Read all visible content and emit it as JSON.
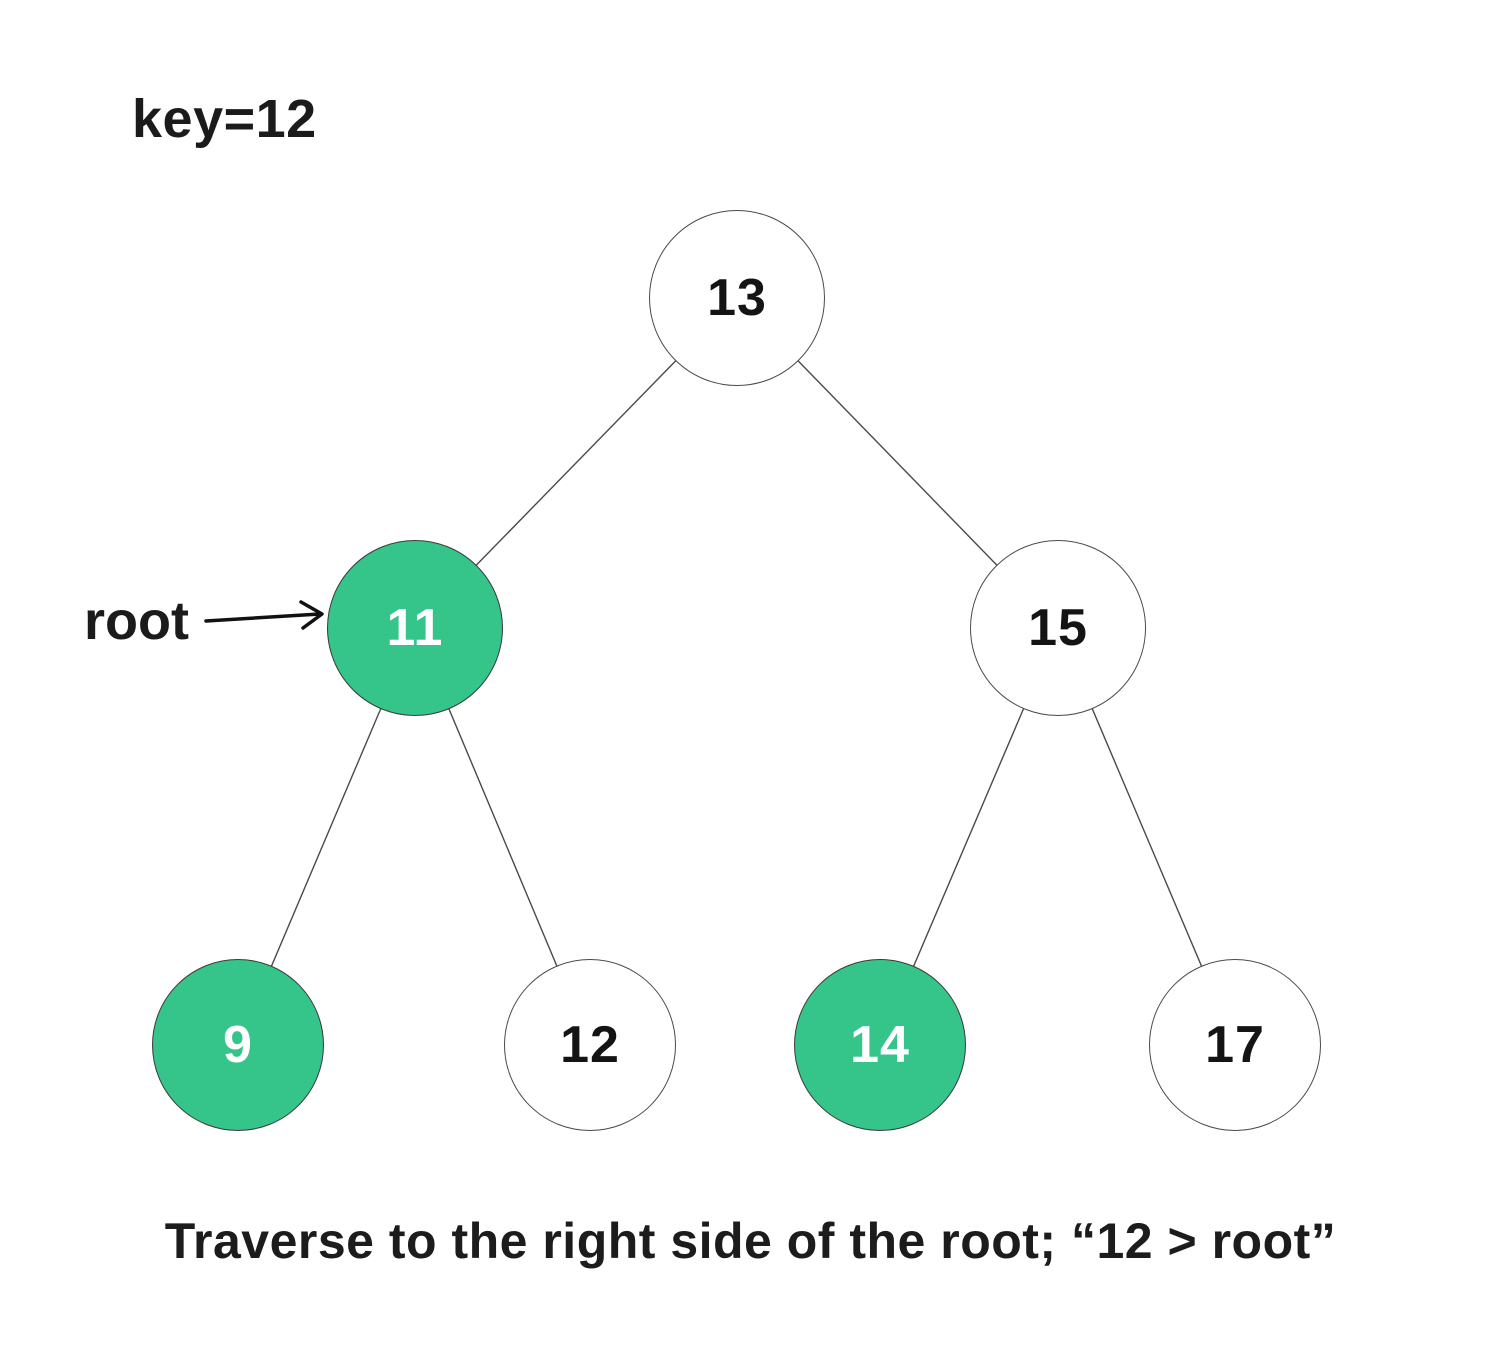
{
  "key_label": "key=12",
  "root_pointer": {
    "label": "root"
  },
  "caption": "Traverse to the right side of the root; “12 > root”",
  "colors": {
    "background": "#ffffff",
    "node_green_fill": "#35c489",
    "node_white_fill": "#ffffff",
    "node_border": "#4a4a4a",
    "edge_line": "#4a4a4a",
    "text_dark": "#1b1b1b",
    "text_on_green": "#ffffff"
  },
  "tree": {
    "nodes": [
      {
        "id": "13",
        "label": "13",
        "variant": "white",
        "level": "root"
      },
      {
        "id": "11",
        "label": "11",
        "variant": "green",
        "level": "left-child"
      },
      {
        "id": "15",
        "label": "15",
        "variant": "white",
        "level": "right-child"
      },
      {
        "id": "9",
        "label": "9",
        "variant": "green",
        "level": "leaf"
      },
      {
        "id": "12",
        "label": "12",
        "variant": "white",
        "level": "leaf"
      },
      {
        "id": "14",
        "label": "14",
        "variant": "green",
        "level": "leaf"
      },
      {
        "id": "17",
        "label": "17",
        "variant": "white",
        "level": "leaf"
      }
    ],
    "edges": [
      "13-11",
      "13-15",
      "11-9",
      "11-12",
      "15-14",
      "15-17"
    ]
  }
}
